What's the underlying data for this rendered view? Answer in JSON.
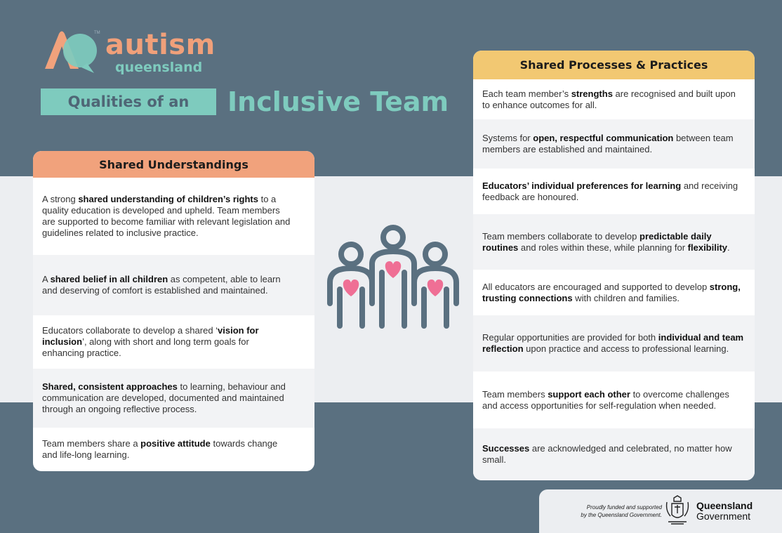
{
  "logo": {
    "word": "autism",
    "sub": "queensland",
    "tm": "TM"
  },
  "headline": {
    "prefix": "Qualities of an",
    "title": "Inclusive Team"
  },
  "shared_understandings": {
    "title": "Shared Understandings",
    "items": [
      [
        "A strong ",
        "shared understanding of children’s rights",
        " to a quality education is developed and upheld. Team members are supported to become familiar with relevant legislation and guidelines related to inclusive practice."
      ],
      [
        "A ",
        "shared belief in all children",
        " as competent, able to learn and deserving of comfort is established and maintained."
      ],
      [
        "Educators collaborate to develop a shared ‘",
        "vision for inclusion",
        "’, along with short and long term goals for enhancing practice."
      ],
      [
        "",
        "Shared, consistent approaches",
        " to learning, behaviour and communication are developed, documented and maintained through an ongoing reflective process."
      ],
      [
        "Team members share a ",
        "positive attitude",
        " towards change and life-long learning."
      ]
    ]
  },
  "shared_processes": {
    "title": "Shared Processes & Practices",
    "items": [
      [
        "Each team member’s ",
        "strengths",
        " are recognised and built upon to enhance outcomes for all."
      ],
      [
        "Systems for ",
        "open, respectful communication",
        " between team members are established and maintained."
      ],
      [
        "",
        "Educators’ individual preferences for learning",
        " and receiving feedback are honoured."
      ],
      [
        "Team members collaborate to develop ",
        "predictable daily routines",
        " and roles within these, while planning for ",
        "flexibility",
        "."
      ],
      [
        "All educators are encouraged and supported to develop ",
        "strong, trusting connections",
        " with children and families."
      ],
      [
        "Regular opportunities are provided for both ",
        "individual and team reflection",
        " upon practice and access to professional learning."
      ],
      [
        "Team members ",
        "support each other",
        " to overcome challenges and access opportunities for self-regulation when needed."
      ],
      [
        "",
        "Successes",
        " are acknowledged and celebrated, no matter how small."
      ]
    ]
  },
  "footer": {
    "line1": "Proudly funded and supported",
    "line2": "by the Queensland Government.",
    "brand1": "Queensland",
    "brand2": "Government"
  },
  "colors": {
    "background": "#5a7080",
    "band": "#eceef1",
    "teal": "#7ecbbe",
    "orange": "#f1a27c",
    "yellow": "#f2c872",
    "heart": "#ef6f95",
    "figure": "#5a7080"
  }
}
